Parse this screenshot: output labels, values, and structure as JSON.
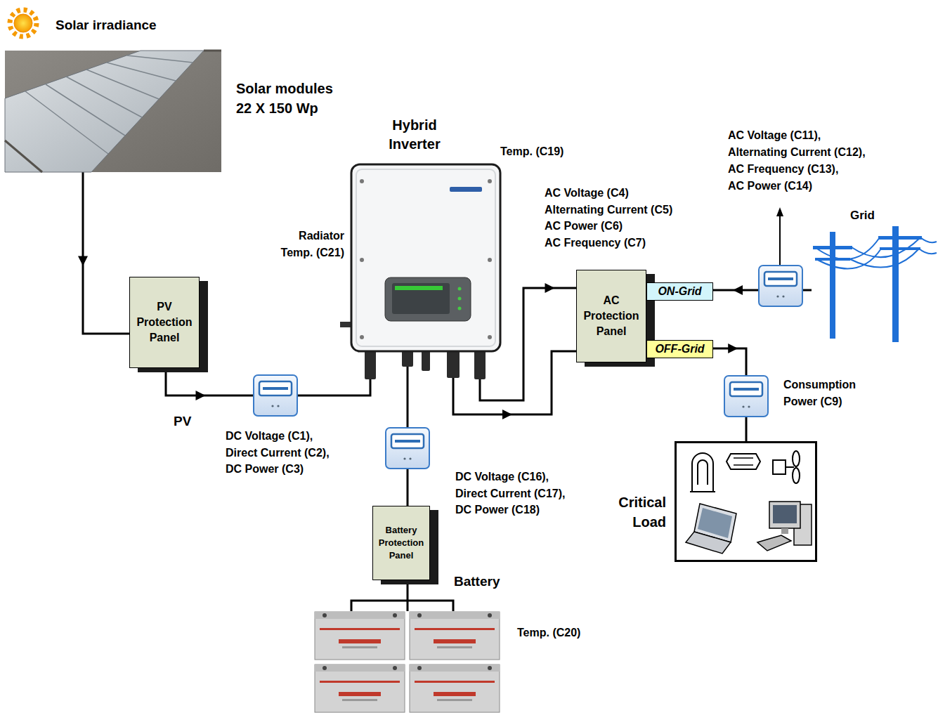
{
  "diagram": {
    "nodes": [
      {
        "text": [
          "Solar modules 22 X 150 Wp"
        ]
      },
      {
        "text": [
          "Hybrid Inverter"
        ]
      },
      {
        "text": [
          "Grid"
        ]
      },
      {
        "text": [
          "PV Protection Panel"
        ]
      },
      {
        "text": [
          "AC Protection Panel"
        ]
      },
      {
        "text": [
          "ON-Grid"
        ]
      },
      {
        "text": [
          "OFF-Grid"
        ]
      },
      {
        "text": [
          "Critical Load"
        ]
      },
      {
        "text": [
          "Battery Protection Panel"
        ]
      },
      {
        "text": [
          "Battery"
        ]
      }
    ],
    "edges": [
      {
        "from": 0,
        "to": 3,
        "arrow": "to"
      },
      {
        "from": 3,
        "to": 1,
        "arrow": "to"
      },
      {
        "from": 1,
        "to": 4,
        "arrow": "to"
      },
      {
        "from": 1,
        "to": 4,
        "arrow": "to"
      },
      {
        "from": 2,
        "to": 5,
        "arrow": "to"
      },
      {
        "from": 6,
        "to": 7,
        "arrow": "to"
      },
      {
        "from": 1,
        "to": 8,
        "arrow": "none"
      },
      {
        "from": 8,
        "to": 9,
        "arrow": "none"
      }
    ],
    "labels": [
      "Solar irradiance",
      "Temp. (C19)",
      "AC Voltage (C11),",
      "Alternating Current (C12),",
      "AC Frequency (C13),",
      "AC Power (C14)",
      "AC Voltage (C4)",
      "Alternating Current (C5)",
      "AC Power (C6)",
      "AC Frequency (C7)",
      "Radiator Temp. (C21)",
      "Consumption Power (C9)",
      "PV",
      "DC Voltage (C1),",
      "Direct Current (C2),",
      "DC Power (C3)",
      "DC Voltage (C16),",
      "Direct Current (C17),",
      "DC Power (C18)",
      "Temp. (C20)"
    ]
  }
}
